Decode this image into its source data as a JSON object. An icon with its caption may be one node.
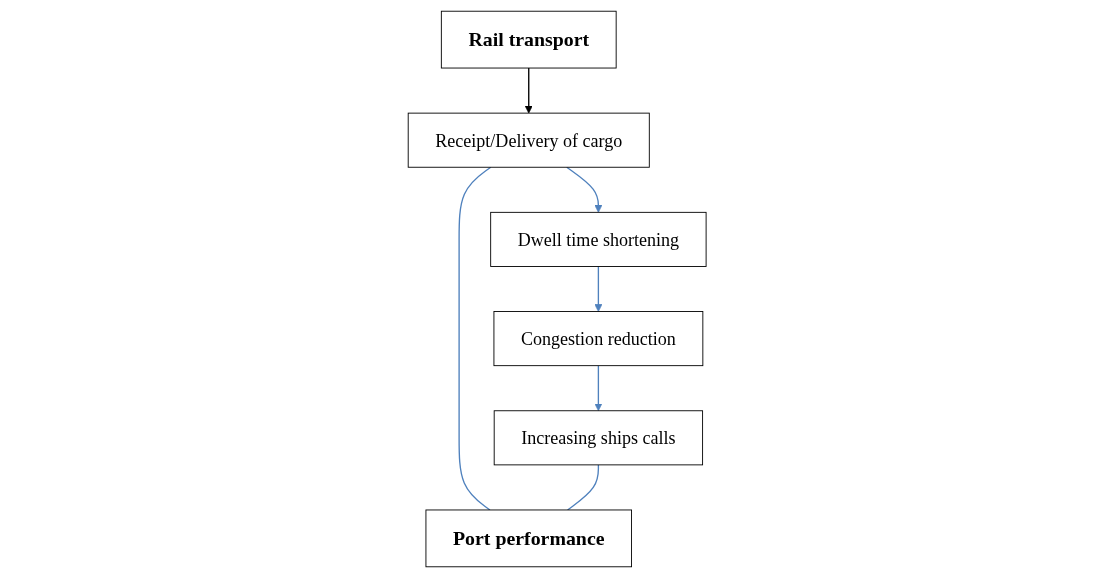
{
  "diagram": {
    "nodes": [
      {
        "text": [
          "Rail transport"
        ]
      },
      {
        "text": [
          "Receipt/Delivery of cargo"
        ]
      },
      {
        "text": [
          "Dwell time shortening"
        ]
      },
      {
        "text": [
          "Congestion reduction"
        ]
      },
      {
        "text": [
          "Increasing ships calls"
        ]
      },
      {
        "text": [
          "Port performance"
        ]
      }
    ],
    "edges": [
      {
        "from": 0,
        "to": 1,
        "arrow": "to",
        "color": "#000000"
      },
      {
        "from": 1,
        "to": 2,
        "arrow": "to"
      },
      {
        "from": 2,
        "to": 3,
        "arrow": "to"
      },
      {
        "from": 3,
        "to": 4,
        "arrow": "to"
      },
      {
        "from": 1,
        "to": 5,
        "arrow": "none"
      },
      {
        "from": 4,
        "to": 5,
        "arrow": "none"
      }
    ]
  }
}
